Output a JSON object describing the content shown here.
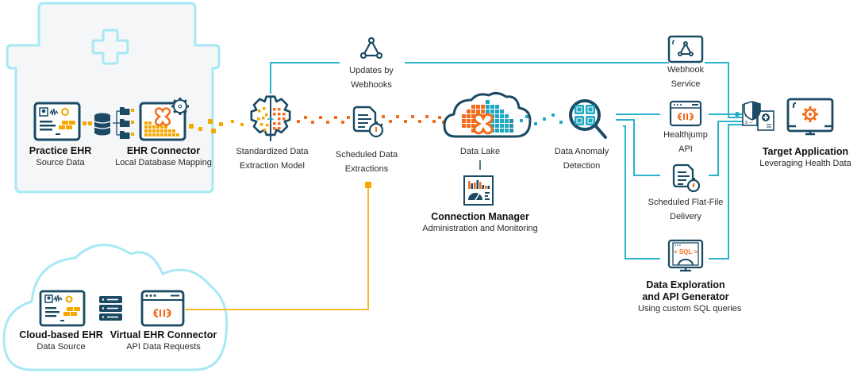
{
  "colors": {
    "navy": "#1a4a64",
    "teal": "#1ca8c2",
    "cyan_light": "#a8e8f5",
    "orange": "#f26a1b",
    "amber": "#f5a800",
    "line_teal": "#2bb3cc",
    "line_amber": "#fbb830"
  },
  "zones": {
    "practice_building": {
      "name": "practice-building-outline"
    },
    "cloud_zone": {
      "name": "cloud-outline"
    }
  },
  "nodes": {
    "practice_ehr": {
      "title": "Practice EHR",
      "subtitle": "Source Data",
      "icon": "ehr-record-icon"
    },
    "database": {
      "icon": "database-icon"
    },
    "ehr_connector": {
      "title": "EHR Connector",
      "subtitle": "Local Database Mapping",
      "icon": "connector-gear-icon"
    },
    "standardized_model": {
      "line1": "Standardized Data",
      "line2": "Extraction Model",
      "icon": "gear-split-icon"
    },
    "webhooks": {
      "line1": "Updates by",
      "line2": "Webhooks",
      "icon": "webhook-icon"
    },
    "scheduled_extractions": {
      "line1": "Scheduled Data",
      "line2": "Extractions",
      "icon": "document-timer-icon"
    },
    "data_lake": {
      "line1": "Data Lake",
      "icon": "cloud-data-icon"
    },
    "connection_manager": {
      "title": "Connection Manager",
      "subtitle": "Administration and Monitoring",
      "icon": "dashboard-icon"
    },
    "anomaly_detection": {
      "line1": "Data Anomaly",
      "line2": "Detection",
      "icon": "magnifier-icon"
    },
    "webhook_service": {
      "line1": "Webhook",
      "line2": "Service",
      "icon": "webhook-window-icon"
    },
    "healthjump_api": {
      "line1": "Healthjump",
      "line2": "API",
      "icon": "api-plug-icon"
    },
    "flat_file": {
      "line1": "Scheduled Flat-File",
      "line2": "Delivery",
      "icon": "document-timer-icon"
    },
    "data_exploration": {
      "title1": "Data Exploration",
      "title2": "and API Generator",
      "subtitle": "Using custom SQL queries",
      "icon": "sql-monitor-icon",
      "badge": "< SQL >"
    },
    "target_application": {
      "title": "Target Application",
      "subtitle": "Leveraging Health Data",
      "icon": "monitor-gear-icon"
    },
    "secure_docs": {
      "icon": "secure-documents-icon"
    },
    "cloud_ehr": {
      "title": "Cloud-based EHR",
      "subtitle": "Data Source",
      "icon": "ehr-record-icon"
    },
    "server": {
      "icon": "server-icon"
    },
    "virtual_connector": {
      "title": "Virtual EHR Connector",
      "subtitle": "API Data Requests",
      "icon": "api-plug-window-icon"
    }
  }
}
